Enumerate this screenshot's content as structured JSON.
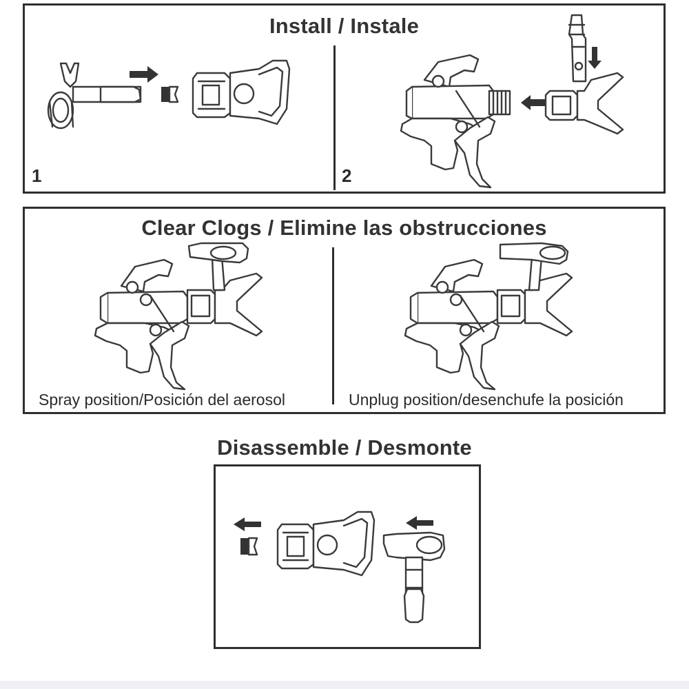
{
  "install": {
    "title": "Install / Instale",
    "step1_label": "1",
    "step2_label": "2"
  },
  "clear_clogs": {
    "title": "Clear Clogs / Elimine las obstrucciones",
    "spray_caption": "Spray position/Posición del aerosol",
    "unplug_caption": "Unplug position/desenchufe la posición"
  },
  "disassemble": {
    "title": "Disassemble / Desmonte"
  },
  "colors": {
    "line": "#3a3a3a",
    "border": "#2e2e2e",
    "background": "#ffffff"
  },
  "icons": {
    "arrow": "arrow-icon",
    "spray_gun": "spray-gun-icon",
    "tip_guard": "tip-guard-icon",
    "reversible_tip": "reversible-tip-icon",
    "seal": "seal-icon"
  }
}
